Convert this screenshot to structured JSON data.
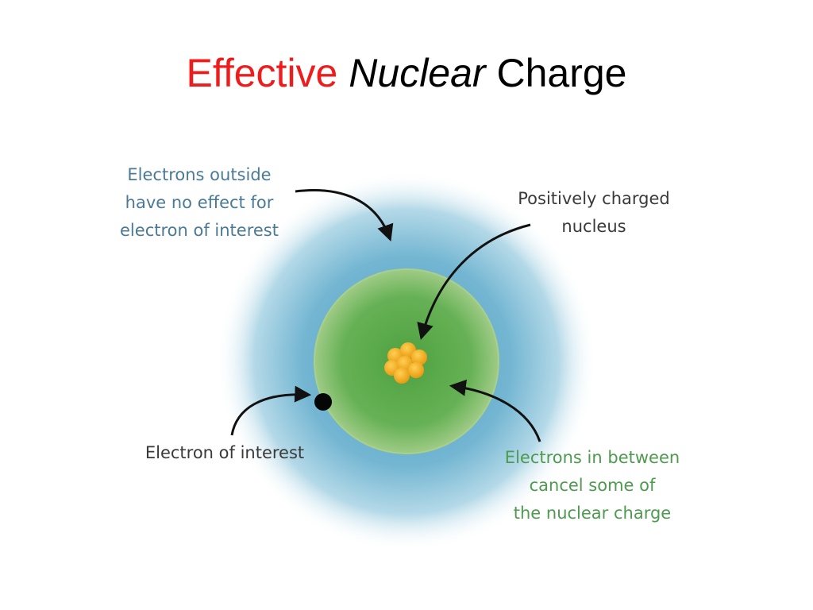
{
  "slide": {
    "title_part1": "Effective",
    "title_part2": "Nuclear",
    "title_part3": "Charge"
  },
  "diagram": {
    "labels": {
      "outside": [
        "Electrons outside",
        "have no effect for",
        "electron of interest"
      ],
      "nucleus": [
        "Positively charged",
        "nucleus"
      ],
      "interest": [
        "Electron of interest"
      ],
      "between": [
        "Electrons in between",
        "cancel some of",
        "the nuclear charge"
      ]
    },
    "colors": {
      "title_accent": "#ee1c1c",
      "outer_cloud": "#5fa9c9",
      "inner_sphere": "#5aa84a",
      "nucleus": "#f0a31a",
      "electron": "#000000",
      "label_blue": "#4a7a96",
      "label_green": "#4e9a4e"
    }
  }
}
